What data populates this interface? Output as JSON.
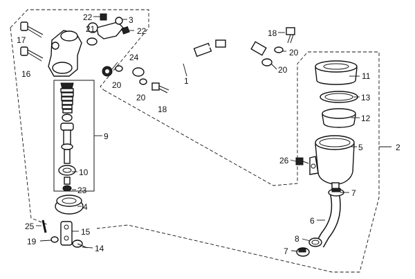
{
  "labels": {
    "p1": "1",
    "p2": "2",
    "p3": "3",
    "p4": "4",
    "p5": "5",
    "p6": "6",
    "p7a": "7",
    "p7b": "7",
    "p8": "8",
    "p9": "9",
    "p10": "10",
    "p11": "11",
    "p12": "12",
    "p13": "13",
    "p14": "14",
    "p15": "15",
    "p16": "16",
    "p17": "17",
    "p18a": "18",
    "p18b": "18",
    "p19": "19",
    "p20a": "20",
    "p20b": "20",
    "p20c": "20",
    "p20d": "20",
    "p21": "21",
    "p22a": "22",
    "p22b": "22",
    "p23": "23",
    "p24": "24",
    "p25": "25",
    "p26": "26"
  }
}
